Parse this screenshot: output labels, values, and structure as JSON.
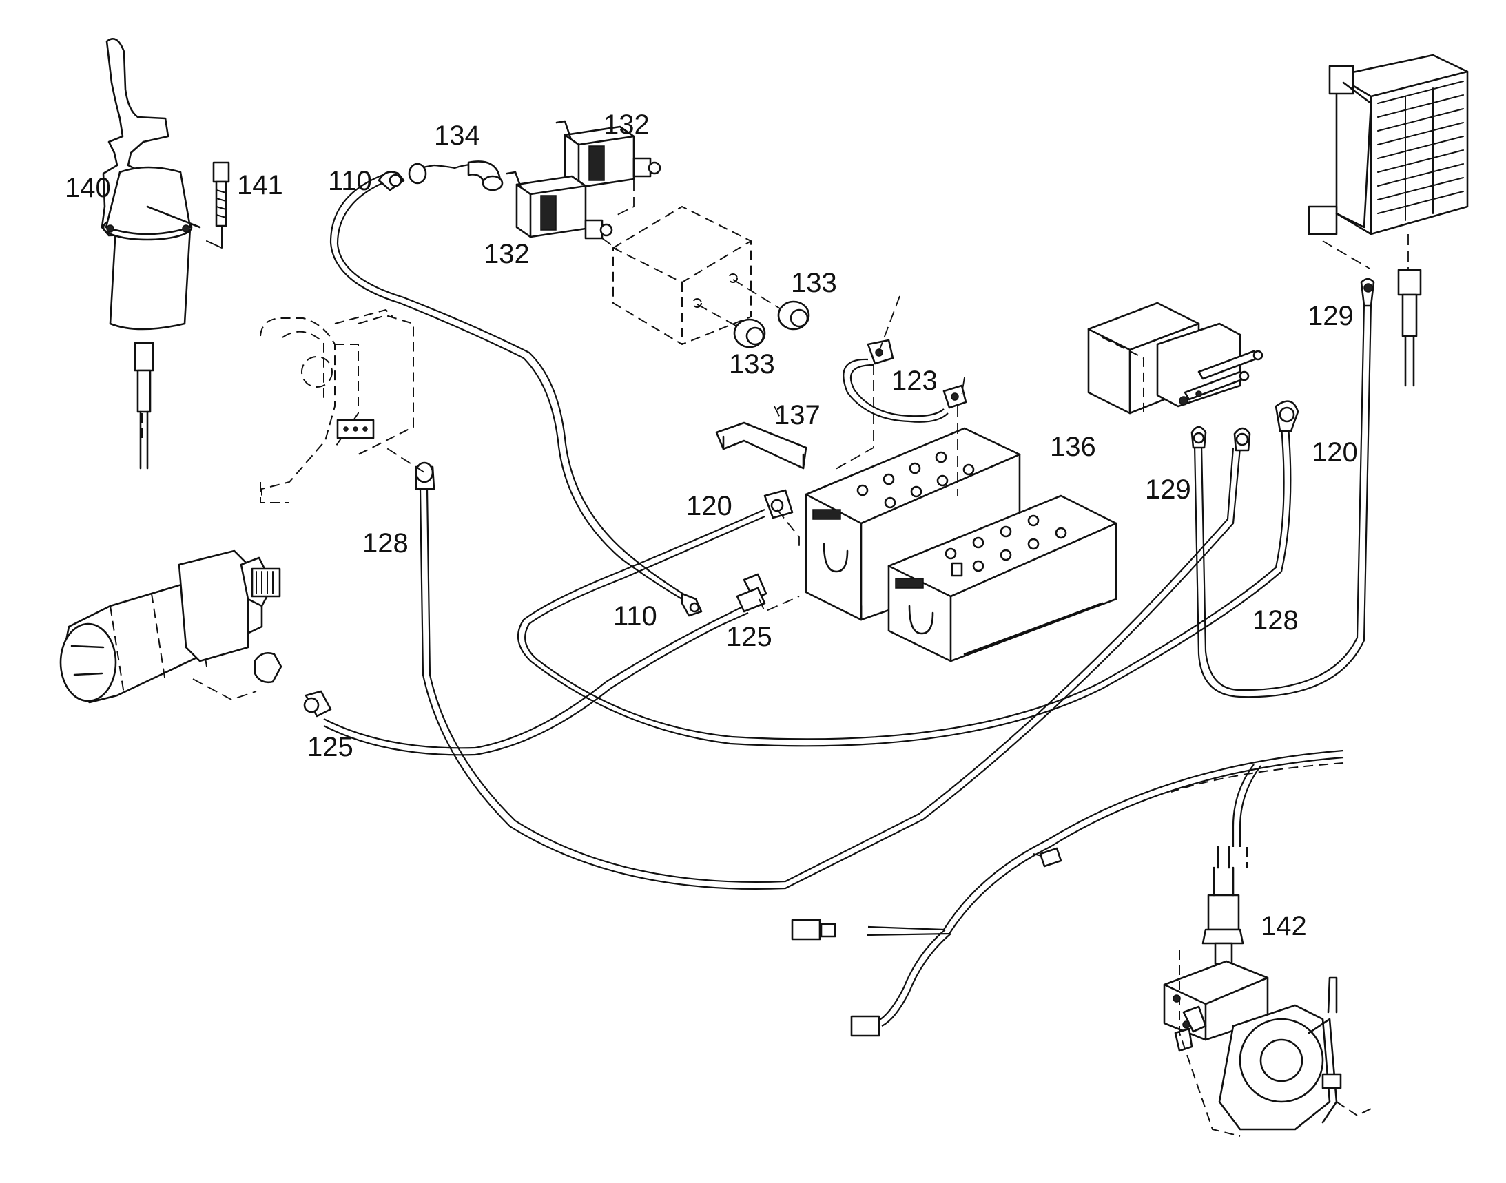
{
  "callouts": {
    "c140": "140",
    "c141": "141",
    "c110a": "110",
    "c134": "134",
    "c132a": "132",
    "c132b": "132",
    "c133a": "133",
    "c133b": "133",
    "c129a": "129",
    "c123": "123",
    "c137": "137",
    "c136": "136",
    "c120a": "120",
    "c120b": "120",
    "c129b": "129",
    "c128a": "128",
    "c128b": "128",
    "c110b": "110",
    "c125a": "125",
    "c125b": "125",
    "c142": "142"
  }
}
